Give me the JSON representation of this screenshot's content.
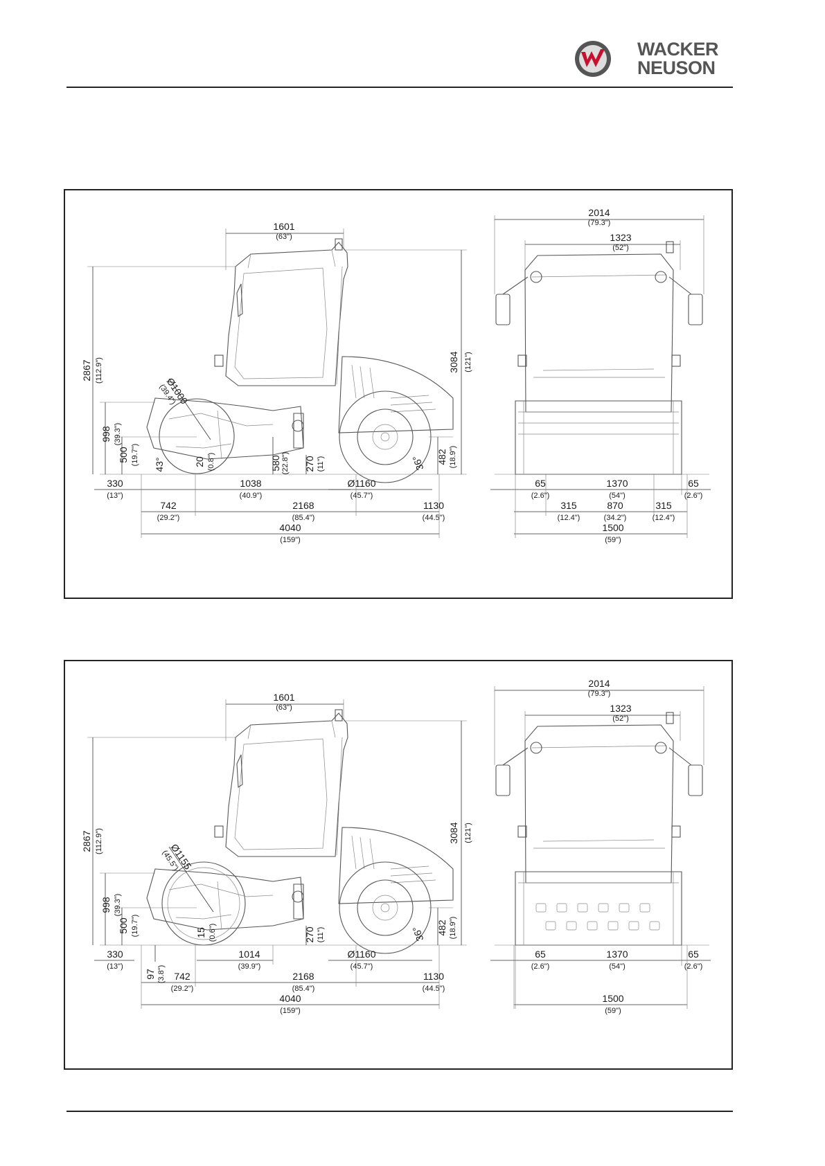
{
  "brand": {
    "line1": "WACKER",
    "line2": "NEUSON",
    "logo_icon": "wacker-neuson-w-logo-icon",
    "accent": "#c8102e"
  },
  "panel_1": {
    "side": {
      "cab_width": "1601",
      "cab_width_in": "(63\")",
      "total_height": "3084",
      "total_height_in": "(121\")",
      "rops_height": "2867",
      "rops_height_in": "(112.9\")",
      "drum_diameter": "Ø1000",
      "drum_diameter_in": "(39.4\")",
      "drum_height": "998",
      "drum_height_in": "(39.3\")",
      "axle_height": "500",
      "axle_height_in": "(19.7\")",
      "approach_angle": "43°",
      "scraper_clearance": "20",
      "scraper_clearance_in": "(0.8\")",
      "frame_height": "580",
      "frame_height_in": "(22.8\")",
      "ground_clearance": "270",
      "ground_clearance_in": "(11\")",
      "departure_angle": "36°",
      "rear_height": "482",
      "rear_height_in": "(18.9\")",
      "drum_overhang": "330",
      "drum_overhang_in": "(13\")",
      "drum_to_frame": "1038",
      "drum_to_frame_in": "(40.9\")",
      "tire_diameter": "Ø1160",
      "tire_diameter_in": "(45.7\")",
      "front_length": "742",
      "front_length_in": "(29.2\")",
      "wheelbase": "2168",
      "wheelbase_in": "(85.4\")",
      "rear_length": "1130",
      "rear_length_in": "(44.5\")",
      "overall_length": "4040",
      "overall_length_in": "(159\")"
    },
    "front": {
      "mirror_width": "2014",
      "mirror_width_in": "(79.3\")",
      "cab_width": "1323",
      "cab_width_in": "(52\")",
      "side_left": "65",
      "side_left_in": "(2.6\")",
      "drum_width": "1370",
      "drum_width_in": "(54\")",
      "side_right": "65",
      "side_right_in": "(2.6\")",
      "tire_left": "315",
      "tire_left_in": "(12.4\")",
      "tire_gap": "870",
      "tire_gap_in": "(34.2\")",
      "tire_right": "315",
      "tire_right_in": "(12.4\")",
      "overall_width": "1500",
      "overall_width_in": "(59\")"
    }
  },
  "panel_2": {
    "side": {
      "cab_width": "1601",
      "cab_width_in": "(63\")",
      "total_height": "3084",
      "total_height_in": "(121\")",
      "rops_height": "2867",
      "rops_height_in": "(112.9\")",
      "drum_diameter": "Ø1155",
      "drum_diameter_in": "(45.5\")",
      "drum_height": "998",
      "drum_height_in": "(39.3\")",
      "axle_height": "500",
      "axle_height_in": "(19.7\")",
      "scraper_clearance": "15",
      "scraper_clearance_in": "(0.6\")",
      "ground_clearance": "270",
      "ground_clearance_in": "(11\")",
      "departure_angle": "36°",
      "rear_height": "482",
      "rear_height_in": "(18.9\")",
      "drum_overhang": "330",
      "drum_overhang_in": "(13\")",
      "pad_height": "97",
      "pad_height_in": "(3.8\")",
      "drum_to_frame": "1014",
      "drum_to_frame_in": "(39.9\")",
      "tire_diameter": "Ø1160",
      "tire_diameter_in": "(45.7\")",
      "front_length": "742",
      "front_length_in": "(29.2\")",
      "wheelbase": "2168",
      "wheelbase_in": "(85.4\")",
      "rear_length": "1130",
      "rear_length_in": "(44.5\")",
      "overall_length": "4040",
      "overall_length_in": "(159\")"
    },
    "front": {
      "mirror_width": "2014",
      "mirror_width_in": "(79.3\")",
      "cab_width": "1323",
      "cab_width_in": "(52\")",
      "side_left": "65",
      "side_left_in": "(2.6\")",
      "drum_width": "1370",
      "drum_width_in": "(54\")",
      "side_right": "65",
      "side_right_in": "(2.6\")",
      "overall_width": "1500",
      "overall_width_in": "(59\")"
    }
  }
}
